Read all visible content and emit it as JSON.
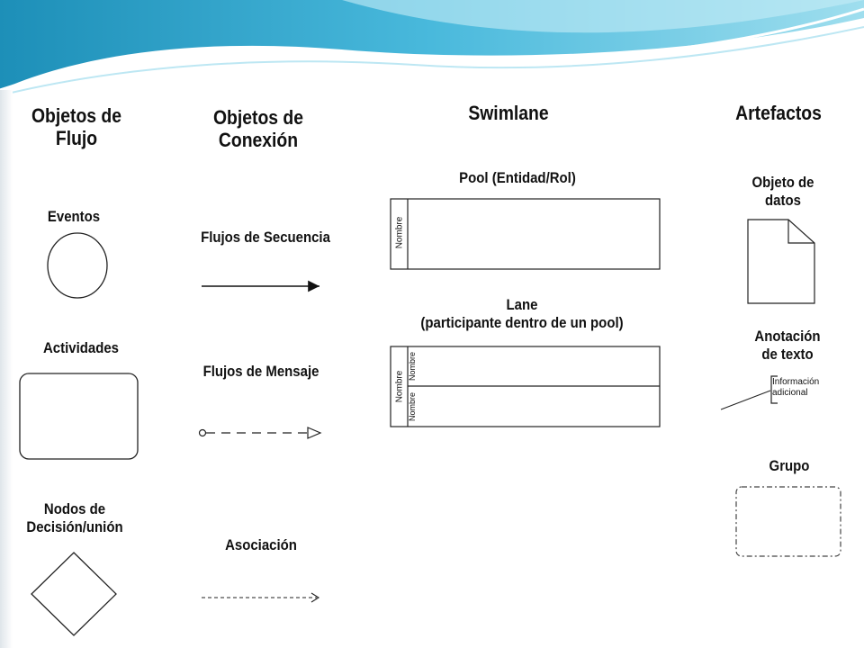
{
  "columns": {
    "flow_objects": "Objetos de\nFlujo",
    "connecting_objects": "Objetos de\nConexión",
    "swimlane": "Swimlane",
    "artifacts": "Artefactos"
  },
  "flow": {
    "events": "Eventos",
    "activities": "Actividades",
    "gateways": "Nodos de\nDecisión/unión"
  },
  "connections": {
    "sequence": "Flujos de Secuencia",
    "message": "Flujos de Mensaje",
    "association": "Asociación"
  },
  "swim": {
    "pool_title": "Pool (Entidad/Rol)",
    "pool_name": "Nombre",
    "lane_title": "Lane\n(participante dentro de un pool)",
    "lane_pool_name": "Nombre",
    "lane_name_1": "Nombre",
    "lane_name_2": "Nombre"
  },
  "artifacts": {
    "data_object": "Objeto de\ndatos",
    "annotation": "Anotación\nde texto",
    "annotation_text": "Información\nadicional",
    "group": "Grupo"
  },
  "colors": {
    "banner_dark": "#1f9ec4",
    "banner_light": "#7fd3e8",
    "shape_stroke": "#222222"
  }
}
